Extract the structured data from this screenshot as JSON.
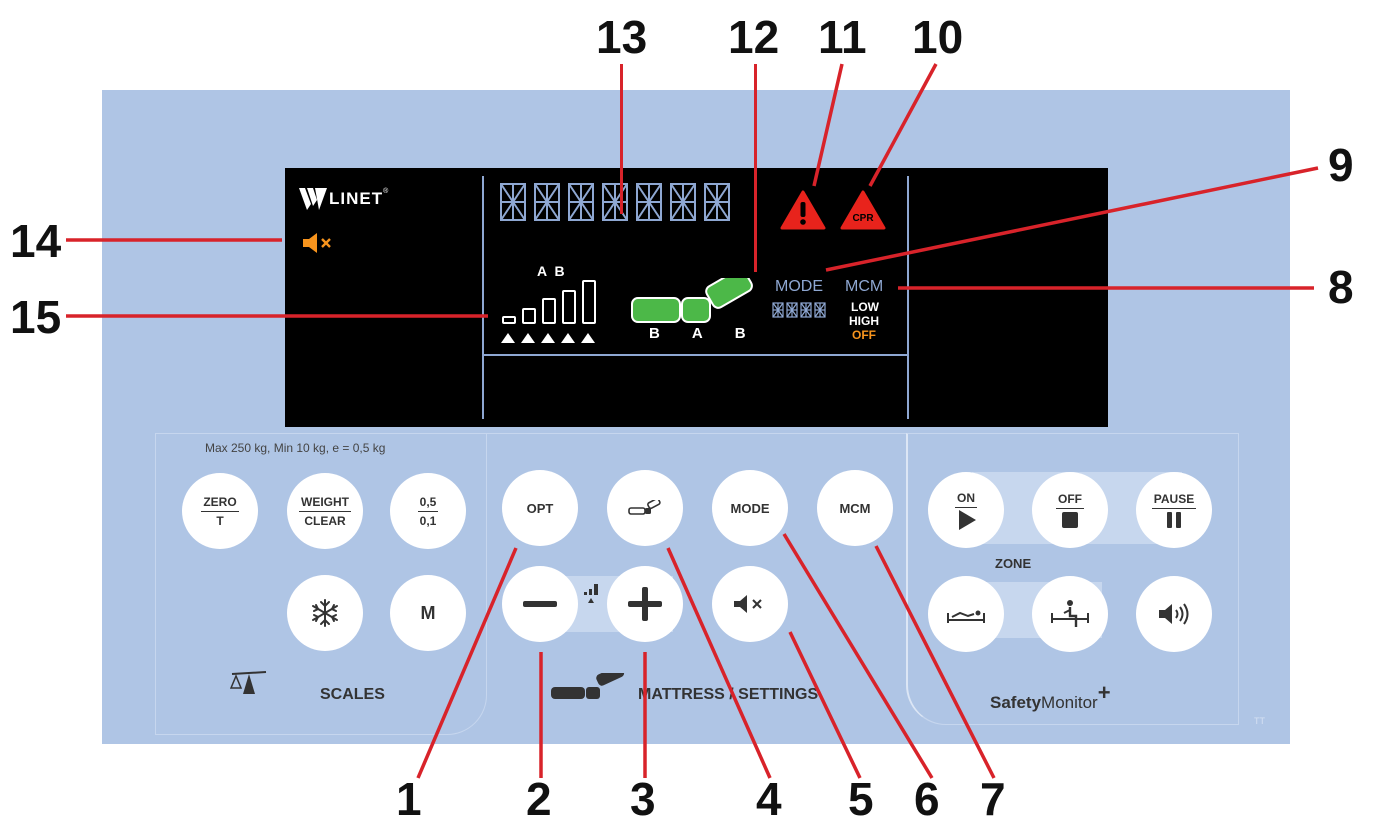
{
  "callouts": [
    "1",
    "2",
    "3",
    "4",
    "5",
    "6",
    "7",
    "8",
    "9",
    "10",
    "11",
    "12",
    "13",
    "14",
    "15"
  ],
  "display": {
    "logo": "LINET",
    "logo_mark": "®",
    "mute_icon": "speaker-muted-icon",
    "ab_label": "A B",
    "zone_labels": [
      "B",
      "A",
      "B"
    ],
    "mode_label": "MODE",
    "mcm_label": "MCM",
    "mcm_levels": [
      "LOW",
      "HIGH",
      "OFF"
    ],
    "warning_icon": "warning-triangle-icon",
    "cpr_label": "CPR"
  },
  "scales": {
    "caption": "Max 250 kg, Min 10 kg, e = 0,5 kg",
    "zero_top": "ZERO",
    "zero_bottom": "T",
    "weight_top": "WEIGHT",
    "weight_bottom": "CLEAR",
    "res_top": "0,5",
    "res_bottom": "0,1",
    "m_label": "M",
    "title": "SCALES"
  },
  "mattress": {
    "opt_label": "OPT",
    "mode_label": "MODE",
    "mcm_label": "MCM",
    "title": "MATTRESS / SETTINGS"
  },
  "safety": {
    "on_label": "ON",
    "off_label": "OFF",
    "pause_label": "PAUSE",
    "zone_label": "ZONE",
    "title_bold": "Safety",
    "title_regular": "Monitor",
    "title_plus": "+",
    "corner_mark": "TT"
  },
  "colors": {
    "panel": "#afc5e5",
    "lcd": "#000000",
    "leader": "#d8232a",
    "alert_red": "#e8231c",
    "lcd_orange": "#f7941d",
    "lcd_green": "#4cb848",
    "segment": "#8ea7d2"
  }
}
